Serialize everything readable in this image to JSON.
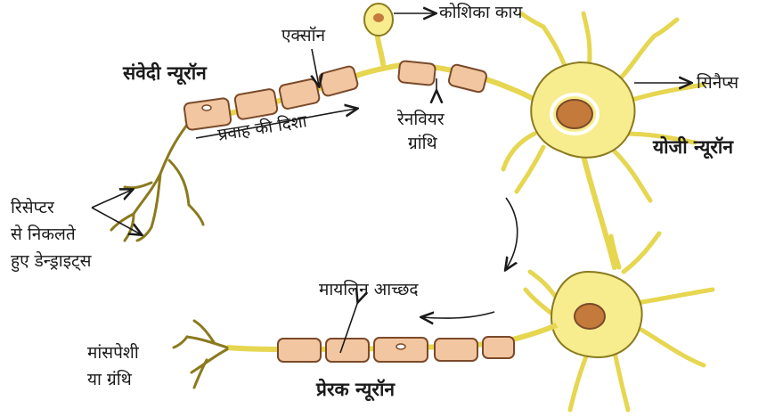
{
  "labels": {
    "cell_body": "कोशिका काय",
    "axon": "एक्सॉन",
    "sensory_neuron": "संवेदी न्यूरॉन",
    "synapse": "सिनैप्स",
    "node_of_ranvier_line1": "रेनवियर",
    "node_of_ranvier_line2": "ग्रांथि",
    "flow_direction": "प्रवाह की दिशा",
    "interneuron": "योजी न्यूरॉन",
    "receptor_line1": "रिसेप्टर",
    "receptor_line2": "से निकलते",
    "receptor_line3": "हुए डेन्ड्राइट्स",
    "myelin_sheath": "मायलिन आच्छद",
    "muscle_line1": "मांसपेशी",
    "muscle_line2": "या ग्रंथि",
    "motor_neuron": "प्रेरक न्यूरॉन"
  },
  "colors": {
    "neuron_yellow": "#f7ec8e",
    "neuron_outline": "#8a7a1e",
    "myelin": "#f2c6a0",
    "myelin_outline": "#7a4a2a",
    "nucleus": "#c47a3a",
    "ink": "#1a1a1a"
  }
}
